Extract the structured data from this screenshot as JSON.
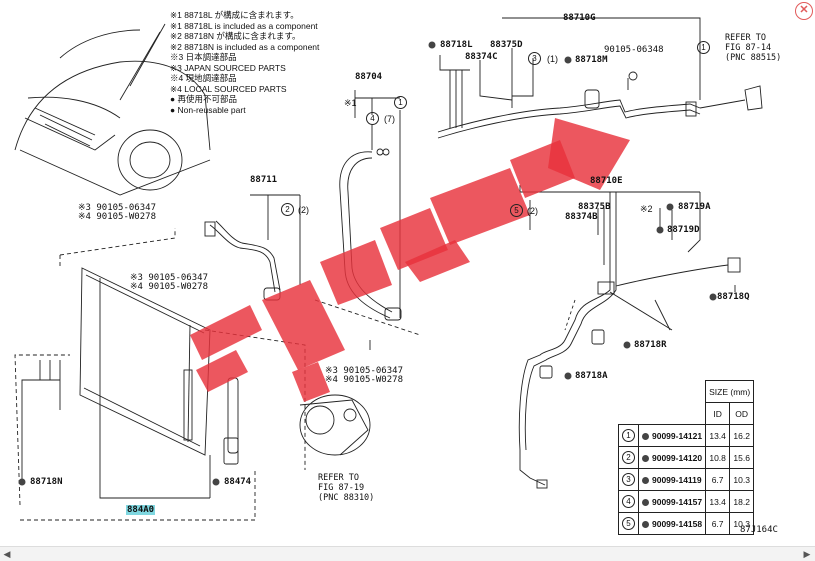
{
  "notes": [
    {
      "mark": "※1",
      "text": "88718L が構成に含まれます。"
    },
    {
      "mark": "※1",
      "text": "88718L is included as a component"
    },
    {
      "mark": "※2",
      "text": "88718N が構成に含まれます。"
    },
    {
      "mark": "※2",
      "text": "88718N is included as a component"
    },
    {
      "mark": "※3",
      "text": "日本調達部品"
    },
    {
      "mark": "※3",
      "text": "JAPAN SOURCED PARTS"
    },
    {
      "mark": "※4",
      "text": "現地調達部品"
    },
    {
      "mark": "※4",
      "text": "LOCAL SOURCED PARTS"
    },
    {
      "mark": "●",
      "text": "再使用不可部品"
    },
    {
      "mark": "●",
      "text": "Non-reusable part"
    }
  ],
  "parts": {
    "p88710G": "88710G",
    "p88718L": "88718L",
    "p88375D": "88375D",
    "p88374C": "88374C",
    "p90105_06348": "90105-06348",
    "p88718M": "88718M",
    "p88704": "88704",
    "p88711": "88711",
    "p88710E": "88710E",
    "p88375B": "88375B",
    "p88374B": "88374B",
    "p88719A": "88719A",
    "p88719D": "88719D",
    "p88718Q": "88718Q",
    "p88718R": "88718R",
    "p88718A": "88718A",
    "p88718N": "88718N",
    "p88474": "88474",
    "p884A0": "884A0",
    "bolt_a1": "※3 90105-06347",
    "bolt_a2": "※4 90105-W0278",
    "bolt_b1": "※3 90105-06347",
    "bolt_b2": "※4 90105-W0278",
    "bolt_c1": "※3 90105-06347",
    "bolt_c2": "※4 90105-W0278"
  },
  "callouts": {
    "c1": "1",
    "c2": "2",
    "c3": "3",
    "c4": "4",
    "c5": "5",
    "p1": "(1)",
    "p2": "(2)",
    "p7": "(7)",
    "p2b": "(2)",
    "star1": "※1",
    "star2": "※2"
  },
  "refer_1": [
    "REFER TO",
    "FIG 87-14",
    "(PNC 88515)"
  ],
  "refer_2": [
    "REFER TO",
    "FIG 87-19",
    "(PNC 88310)"
  ],
  "size_table": {
    "title": "SIZE (mm)",
    "col_id": "ID",
    "col_od": "OD",
    "rows": [
      {
        "no": "1",
        "part": "90099-14121",
        "id": "13.4",
        "od": "16.2"
      },
      {
        "no": "2",
        "part": "90099-14120",
        "id": "10.8",
        "od": "15.6"
      },
      {
        "no": "3",
        "part": "90099-14119",
        "id": "6.7",
        "od": "10.3"
      },
      {
        "no": "4",
        "part": "90099-14157",
        "id": "13.4",
        "od": "18.2"
      },
      {
        "no": "5",
        "part": "90099-14158",
        "id": "6.7",
        "od": "10.3"
      }
    ]
  },
  "figure_code": "87J164C",
  "colors": {
    "watermark": "#e8323c",
    "highlight": "#7fd7e0",
    "line": "#222222"
  }
}
